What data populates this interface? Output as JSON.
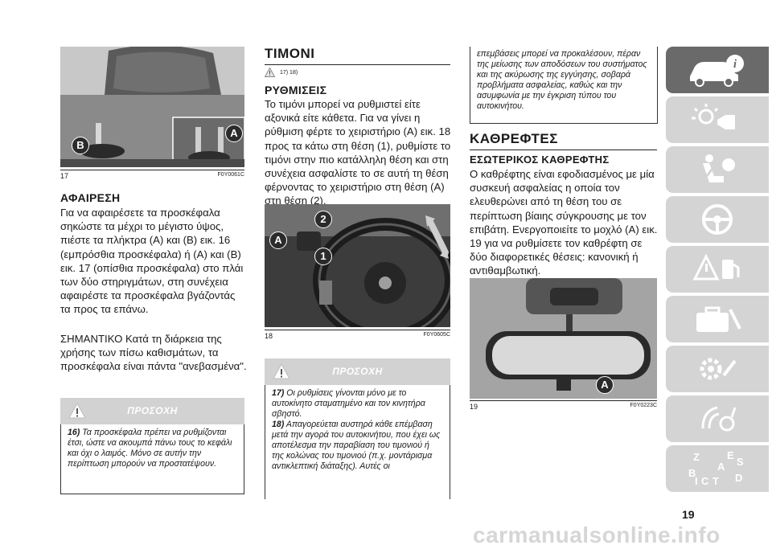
{
  "left": {
    "figure1": {
      "number": "17",
      "code": "F0Y0061C",
      "label_b": "B",
      "label_a": "A"
    },
    "removal": {
      "heading": "ΑΦΑΙΡΕΣΗ",
      "text": "Για να αφαιρέσετε τα προσκέφαλα σηκώστε τα μέχρι το μέγιστο ύψος, πιέστε τα πλήκτρα (A) και (B) εικ. 16 (εμπρόσθια προσκέφαλα) ή (A) και (B) εικ. 17 (οπίσθια προσκέφαλα) στο πλάι των δύο στηριγμάτων, στη συνέχεια αφαιρέστε τα προσκέφαλα βγάζοντάς τα προς τα επάνω."
    },
    "important": "ΣΗΜΑΝΤΙΚΟ Κατά τη διάρκεια της χρήσης των πίσω καθισμάτων, τα προσκέφαλα είναι πάντα \"ανεβασμένα\".",
    "warning": {
      "title": "ΠΡΟΣΟΧΗ",
      "num": "16)",
      "text": "Τα προσκέφαλα πρέπει να ρυθμίζονται έτσι, ώστε να ακουμπά πάνω τους το κεφάλι και όχι ο λαιμός. Μόνο σε αυτήν την περίπτωση μπορούν να προστατέψουν."
    }
  },
  "middle": {
    "section_title": "ΤΙΜΟΝΙ",
    "refs": "17) 18)",
    "adjust": {
      "heading": "ΡΥΘΜΙΣΕΙΣ",
      "text": "Το τιμόνι μπορεί να ρυθμιστεί είτε αξονικά είτε κάθετα. Για να γίνει η ρύθμιση φέρτε το χειριστήριο (A) εικ. 18 προς τα κάτω στη θέση (1), ρυθμίστε το τιμόνι στην πιο κατάλληλη θέση και στη συνέχεια ασφαλίστε το σε αυτή τη θέση φέρνοντας το χειριστήριο στη θέση (A) στη θέση (2)."
    },
    "figure2": {
      "number": "18",
      "code": "F0Y0605C",
      "label_2": "2",
      "label_a": "A",
      "label_1": "1"
    },
    "warning": {
      "title": "ΠΡΟΣΟΧΗ",
      "num1": "17)",
      "text1": "Οι ρυθμίσεις γίνονται μόνο με το αυτοκίνητο σταματημένο και τον κινητήρα σβηστό.",
      "num2": "18)",
      "text2": "Απαγορεύεται αυστηρά κάθε επέμβαση μετά την αγορά του αυτοκινήτου, που έχει ως αποτέλεσμα την παραβίαση του τιμονιού ή της κολώνας του τιμονιού (π.χ. μοντάρισμα αντικλεπτική διάταξης). Αυτές οι"
    }
  },
  "right": {
    "warning_cont": "επεμβάσεις μπορεί να προκαλέσουν, πέραν της μείωσης των αποδόσεων του συστήματος και της ακύρωσης της εγγύησης, σοβαρά προβλήματα ασφαλείας, καθώς και την ασυμφωνία με την έγκριση τύπου του αυτοκινήτου.",
    "section_title": "ΚΑΘΡΕΦΤΕΣ",
    "interior": {
      "heading": "ΕΣΩΤΕΡΙΚΟΣ ΚΑΘΡΕΦΤΗΣ",
      "text": "Ο καθρέφτης είναι εφοδιασμένος με μία συσκευή ασφαλείας η οποία τον ελευθερώνει από τη θέση του σε περίπτωση βίαιης σύγκρουσης με τον επιβάτη. Ενεργοποιείτε το μοχλό (A) εικ. 19 για να ρυθμίσετε τον καθρέφτη σε δύο διαφορετικές θέσεις: κανονική ή αντιθαμβωτική."
    },
    "figure3": {
      "number": "19",
      "code": "F0Y0223C",
      "label_a": "A"
    }
  },
  "sidebar": {
    "tabs": [
      "car-info-icon",
      "dashboard-lights-icon",
      "seat-airbag-icon",
      "steering-start-icon",
      "warning-fuel-icon",
      "emergency-toolkit-icon",
      "maintenance-gear-icon",
      "specs-settings-icon",
      "index-letters-icon"
    ],
    "index_letters": [
      "Z",
      "E",
      "B",
      "A",
      "C",
      "T",
      "D",
      "I",
      "S"
    ]
  },
  "page_number": "19",
  "watermark": "carmanualsonline.info"
}
